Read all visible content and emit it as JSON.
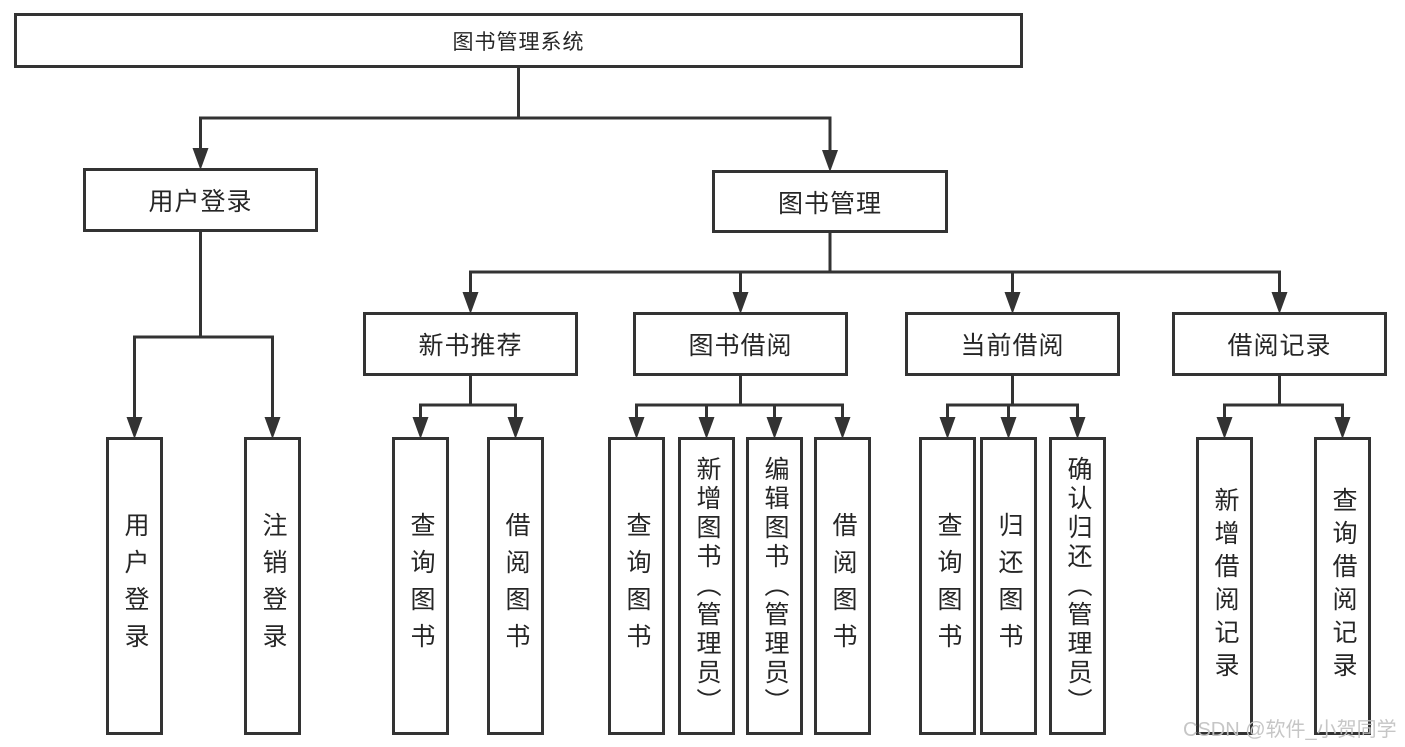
{
  "watermark": "CSDN @软件_小贺同学",
  "colors": {
    "line": "#333333",
    "box_border": "#333333",
    "box_bg": "#ffffff",
    "text": "#262626",
    "watermark": "#c4c4c4"
  },
  "tree": {
    "id": "root",
    "label": "图书管理系统",
    "children": [
      {
        "id": "user-login",
        "label": "用户登录",
        "children": [
          {
            "id": "leaf-user-login",
            "label": "用户登录"
          },
          {
            "id": "leaf-logout",
            "label": "注销登录"
          }
        ]
      },
      {
        "id": "book-mgmt",
        "label": "图书管理",
        "children": [
          {
            "id": "new-book-rec",
            "label": "新书推荐",
            "children": [
              {
                "id": "nb-query",
                "label": "查询图书"
              },
              {
                "id": "nb-borrow",
                "label": "借阅图书"
              }
            ]
          },
          {
            "id": "book-borrow",
            "label": "图书借阅",
            "children": [
              {
                "id": "bb-query",
                "label": "查询图书"
              },
              {
                "id": "bb-add",
                "label": "新增图书（管理员）"
              },
              {
                "id": "bb-edit",
                "label": "编辑图书（管理员）"
              },
              {
                "id": "bb-borrow",
                "label": "借阅图书"
              }
            ]
          },
          {
            "id": "current-borrow",
            "label": "当前借阅",
            "children": [
              {
                "id": "cb-query",
                "label": "查询图书"
              },
              {
                "id": "cb-return",
                "label": "归还图书"
              },
              {
                "id": "cb-confirm",
                "label": "确认归还（管理员）"
              }
            ]
          },
          {
            "id": "borrow-records",
            "label": "借阅记录",
            "children": [
              {
                "id": "br-add",
                "label": "新增借阅记录"
              },
              {
                "id": "br-query",
                "label": "查询借阅记录"
              }
            ]
          }
        ]
      }
    ]
  }
}
